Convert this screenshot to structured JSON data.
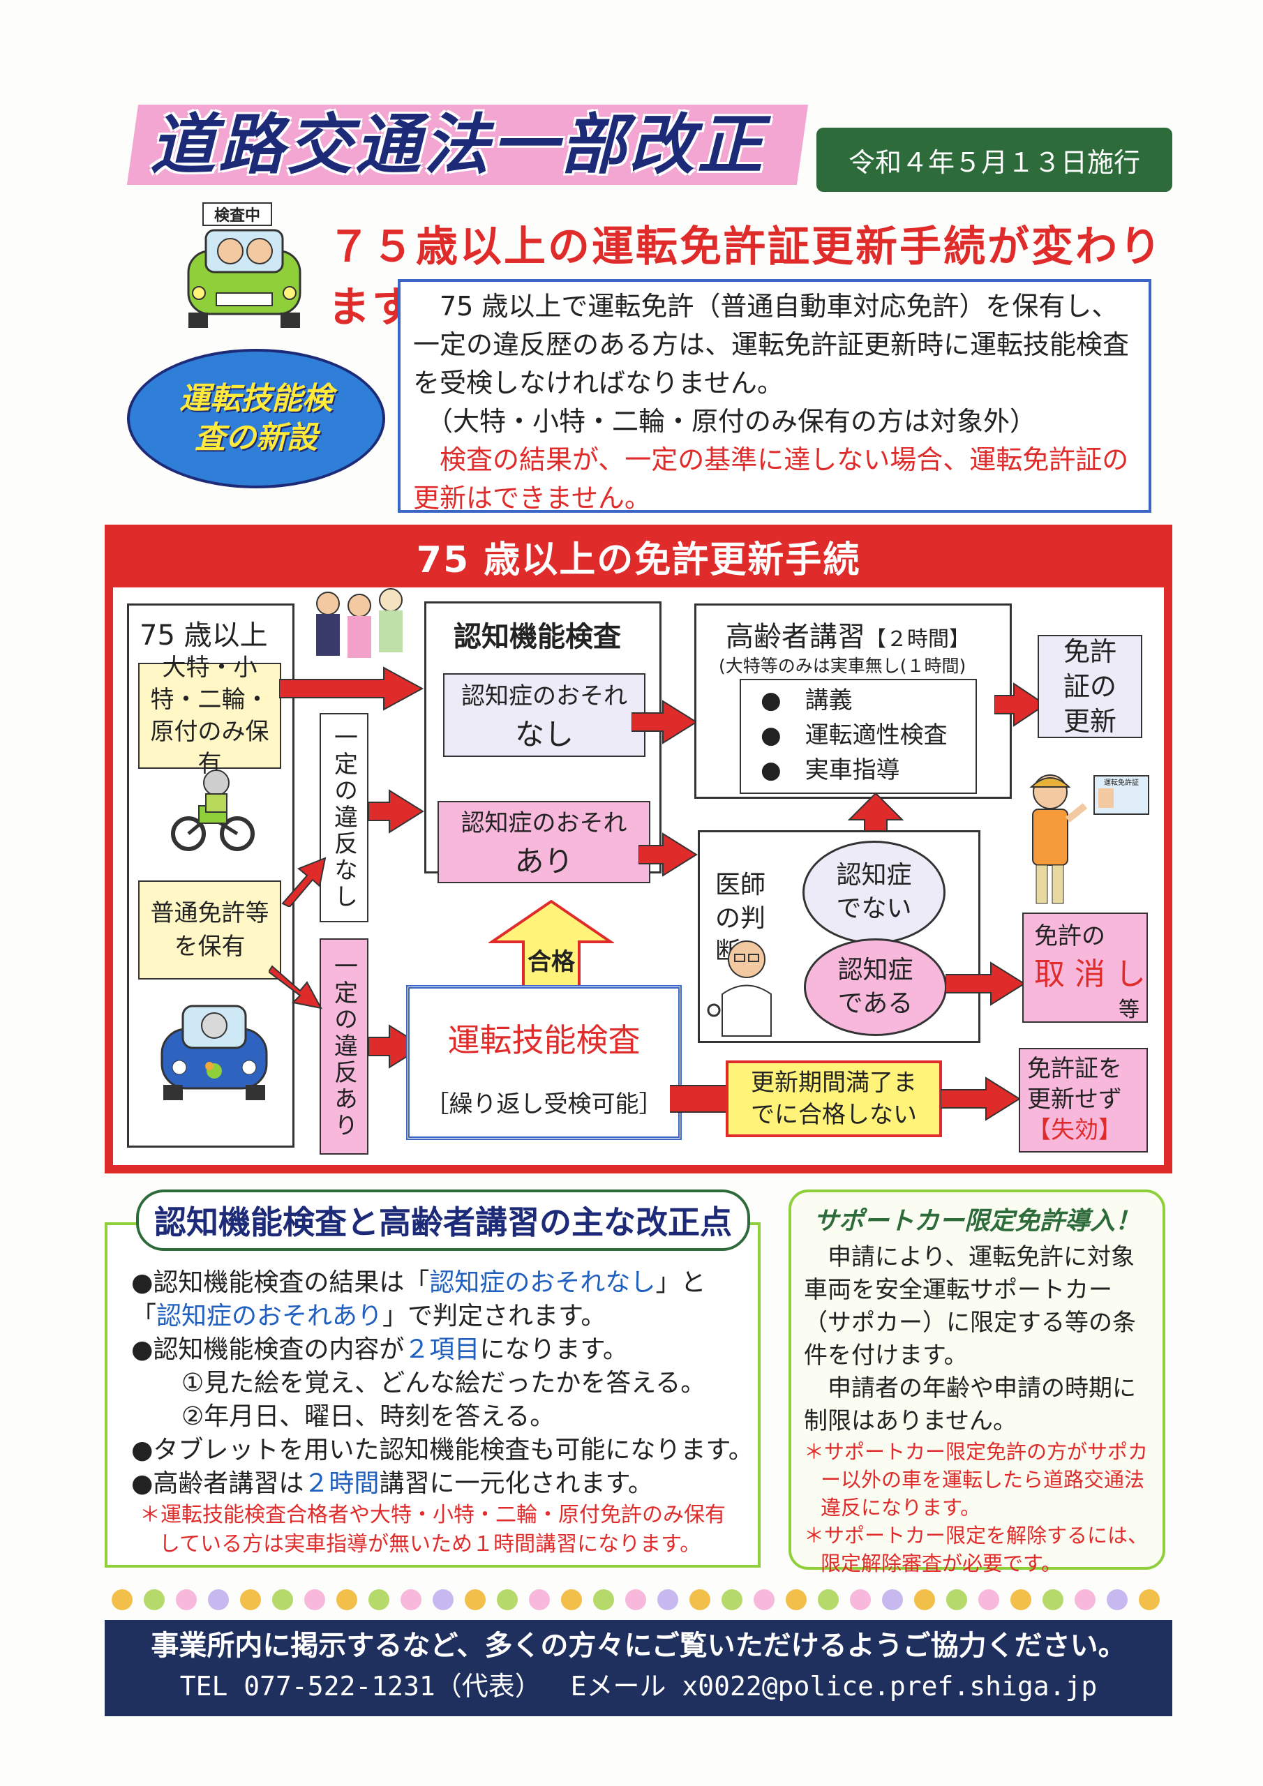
{
  "header": {
    "title": "道路交通法一部改正",
    "date": "令和４年５月１３日施行",
    "subtitle": "７５歳以上の運転免許証更新手続が変わります！",
    "badge": "運転技能検査の新設",
    "car_sign": "検査中"
  },
  "intro": {
    "p1": "75 歳以上で運転免許（普通自動車対応免許）を保有し、一定の違反歴のある方は、運転免許証更新時に運転技能検査を受検しなければなりません。",
    "p2": "（大特・小特・二輪・原付のみ保有の方は対象外）",
    "p3": "検査の結果が、一定の基準に達しない場合、運転免許証の更新はできません。"
  },
  "flow": {
    "title": "75 歳以上の免許更新手続",
    "age": "75 歳以上",
    "group_a": "大特・小特・二輪・原付のみ保有",
    "group_b": "普通免許等を保有",
    "no_violation": "一定の違反なし",
    "violation": "一定の違反あり",
    "cog_title": "認知機能検査",
    "cog_none_1": "認知症のおそれ",
    "cog_none_2": "なし",
    "cog_yes_1": "認知症のおそれ",
    "cog_yes_2": "あり",
    "pass": "合格",
    "skill_test": "運転技能検査",
    "skill_repeat": "［繰り返し受検可能］",
    "course_title": "高齢者講習",
    "course_hours": "【２時間】",
    "course_note": "(大特等のみは実車無し(１時間)",
    "course_items": [
      "講義",
      "運転適性検査",
      "実車指導"
    ],
    "renew": "免許証の更新",
    "doctor": "医師の判断",
    "not_dementia": "認知症でない",
    "dementia": "認知症である",
    "revoke_1": "免許の",
    "revoke_2": "取 消 し",
    "revoke_3": "等",
    "fail_1": "更新期間満了までに合格しない",
    "no_renew_1": "免許証を更新せず",
    "no_renew_2": "【失効】",
    "card_label": "運転免許証"
  },
  "changes": {
    "title": "認知機能検査と高齢者講習の主な改正点",
    "b1a": "●認知機能検査の結果は「",
    "b1b": "認知症のおそれなし",
    "b1c": "」と",
    "b1d": "「",
    "b1e": "認知症のおそれあり",
    "b1f": "」で判定されます。",
    "b2a": "●認知機能検査の内容が",
    "b2b": "２項目",
    "b2c": "になります。",
    "b2d": "①見た絵を覚え、どんな絵だったかを答える。",
    "b2e": "②年月日、曜日、時刻を答える。",
    "b3": "●タブレットを用いた認知機能検査も可能になります。",
    "b4a": "●高齢者講習は",
    "b4b": "２時間",
    "b4c": "講習に一元化されます。",
    "note": "＊運転技能検査合格者や大特・小特・二輪・原付免許のみ保有している方は実車指導が無いため１時間講習になります。"
  },
  "support": {
    "title": "サポートカー限定免許導入！",
    "p1": "申請により、運転免許に対象車両を安全運転サポートカー（サポカー）に限定する等の条件を付けます。",
    "p2": "申請者の年齢や申請の時期に制限はありません。",
    "n1": "＊サポートカー限定免許の方がサポカー以外の車を運転したら道路交通法違反になります。",
    "n2": "＊サポートカー限定を解除するには、限定解除審査が必要です。"
  },
  "footer": {
    "line1": "事業所内に掲示するなど、多くの方々にご覧いただけるようご協力ください。",
    "line2": "TEL 077-522-1231（代表）　 Eメール x0022@police.pref.shiga.jp"
  },
  "colors": {
    "red": "#e02b2b",
    "pink": "#f7b8dc",
    "navy": "#1f2f5e",
    "green": "#2e6b3a",
    "blue": "#3a67c6"
  }
}
